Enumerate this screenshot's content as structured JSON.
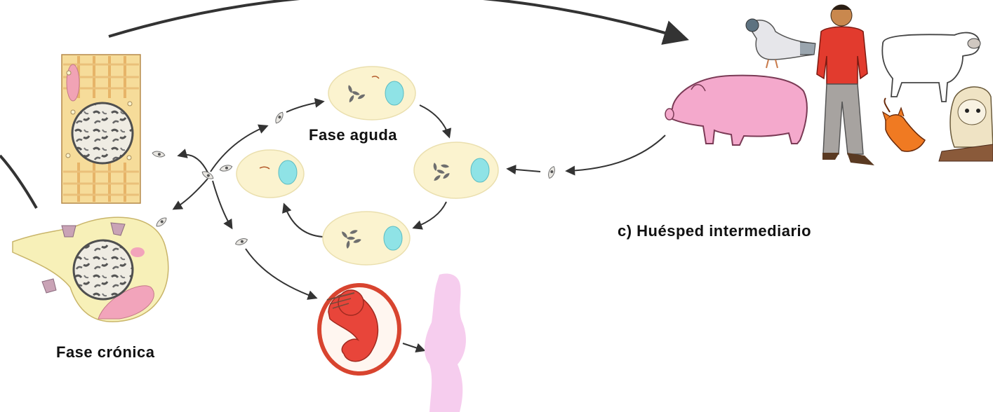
{
  "labels": {
    "acute_phase": "Fase aguda",
    "chronic_phase": "Fase crónica",
    "intermediate_host": "c) Huésped intermediario"
  },
  "colors": {
    "arrow": "#333333",
    "muscle_fibre": "#f6dc9a",
    "muscle_band": "#e9b86a",
    "cell_cytoplasm": "#fbf3cf",
    "nucleus": "#8fe3e6",
    "cyst_wall": "#ece6cf",
    "fetus_red": "#e8453a",
    "pregnant_silhouette": "#f6cdee",
    "pig_pink": "#f4a9cc",
    "shirt_red": "#e23b2e",
    "pants_grey": "#a7a3a0",
    "cat_orange": "#f07a22"
  },
  "icons": [
    "pigeon-icon",
    "man-icon",
    "sheep-icon",
    "pig-icon",
    "cat-icon",
    "owl-icon",
    "fetus-icon",
    "pregnant-woman-icon",
    "tachyzoite-icon",
    "tissue-cyst-icon"
  ]
}
